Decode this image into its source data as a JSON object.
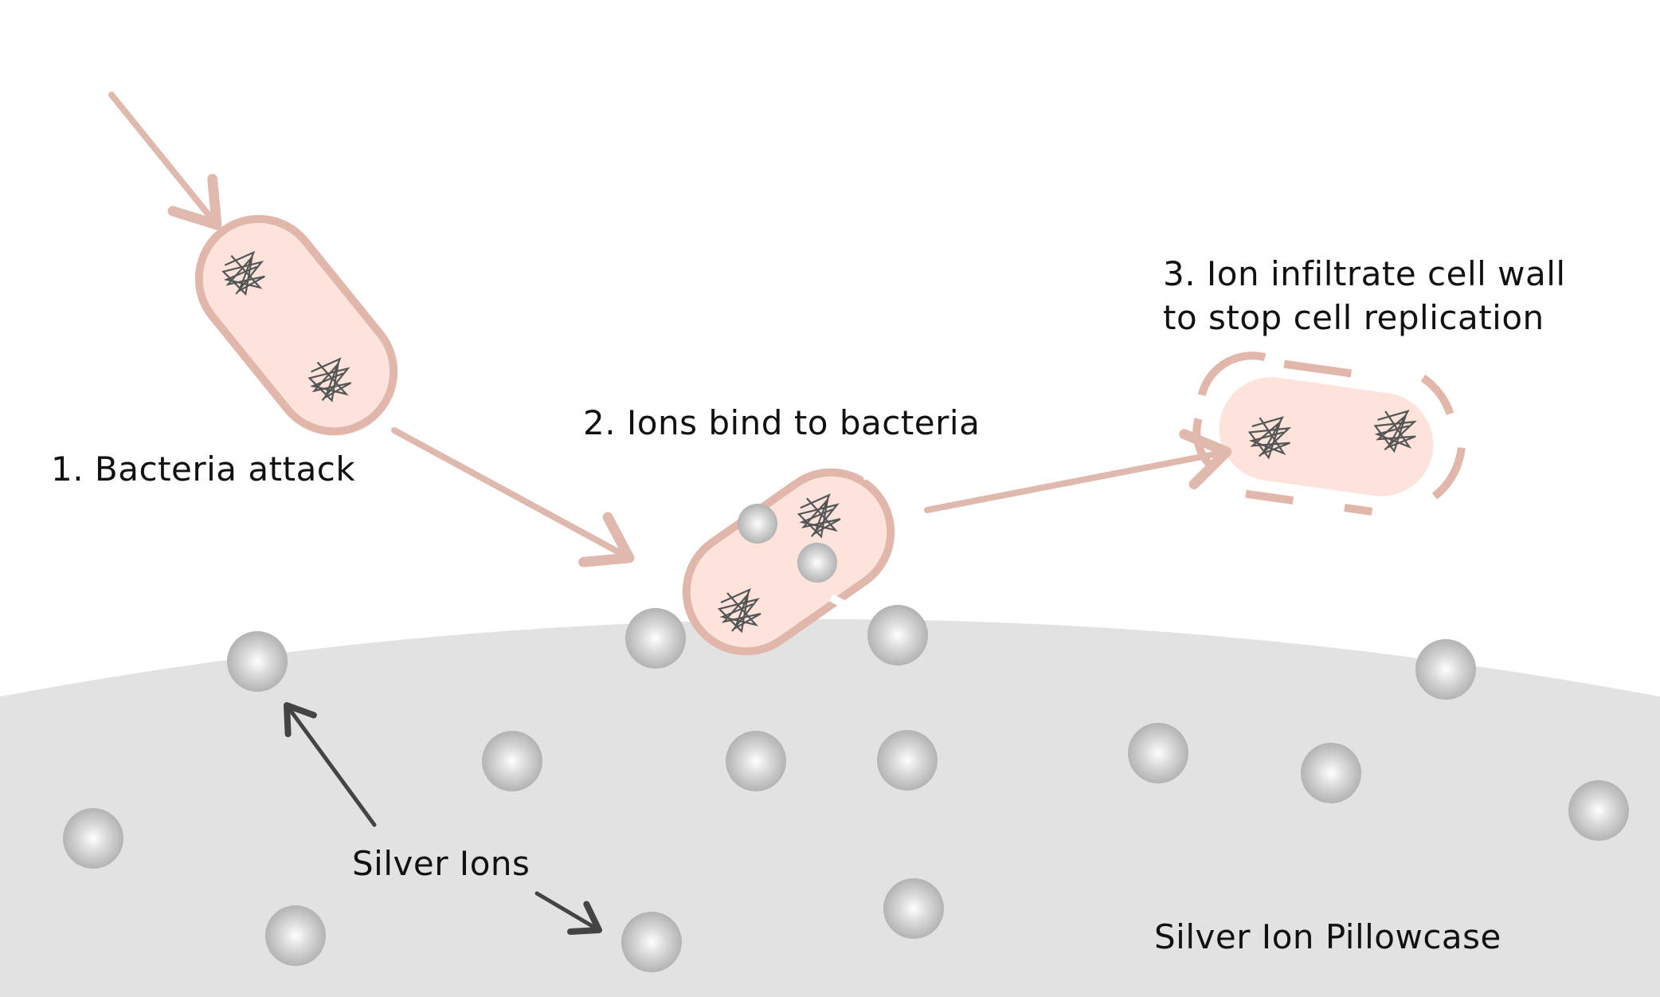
{
  "labels": {
    "step1": "1. Bacteria attack",
    "step2": "2. Ions bind to bacteria",
    "step3_line1": "3. Ion infiltrate cell wall",
    "step3_line2": "to stop cell replication",
    "silver_ions": "Silver Ions",
    "pillowcase": "Silver Ion Pillowcase"
  },
  "colors": {
    "bacteria_fill": "#fde3dc",
    "bacteria_outline": "#e2b7ab",
    "arrow_pink": "#dfb8ae",
    "arrow_dark": "#444444",
    "pillowcase": "#e2e2e2",
    "ion_light": "#ffffff",
    "ion_dark": "#b0b0b0",
    "dna_scribble": "#555555"
  }
}
